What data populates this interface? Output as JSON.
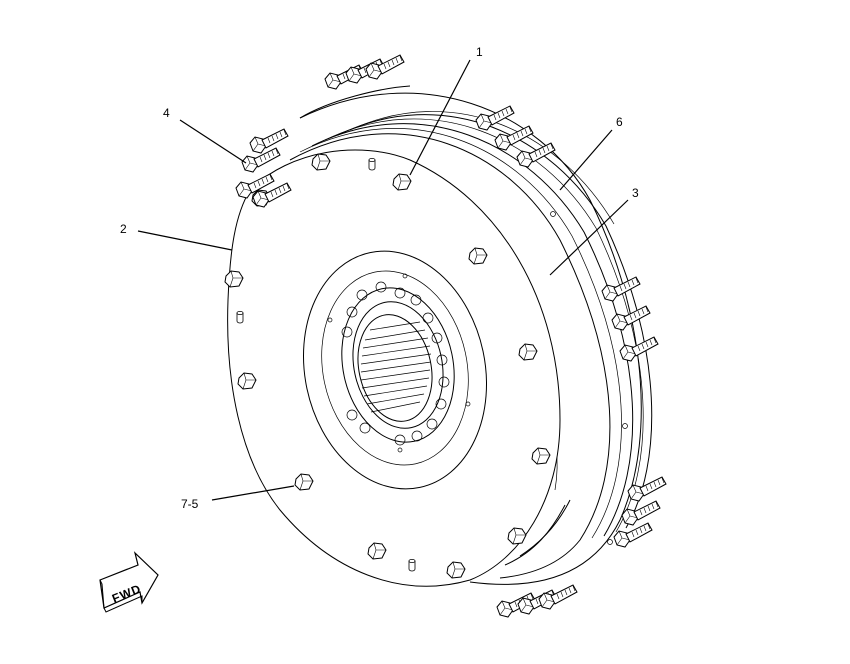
{
  "diagram": {
    "callouts": [
      {
        "id": "c1",
        "label": "1"
      },
      {
        "id": "c2",
        "label": "2"
      },
      {
        "id": "c3",
        "label": "3"
      },
      {
        "id": "c4",
        "label": "4"
      },
      {
        "id": "c6",
        "label": "6"
      },
      {
        "id": "c75",
        "label": "7-5"
      }
    ],
    "fwd_label": "FWD"
  }
}
